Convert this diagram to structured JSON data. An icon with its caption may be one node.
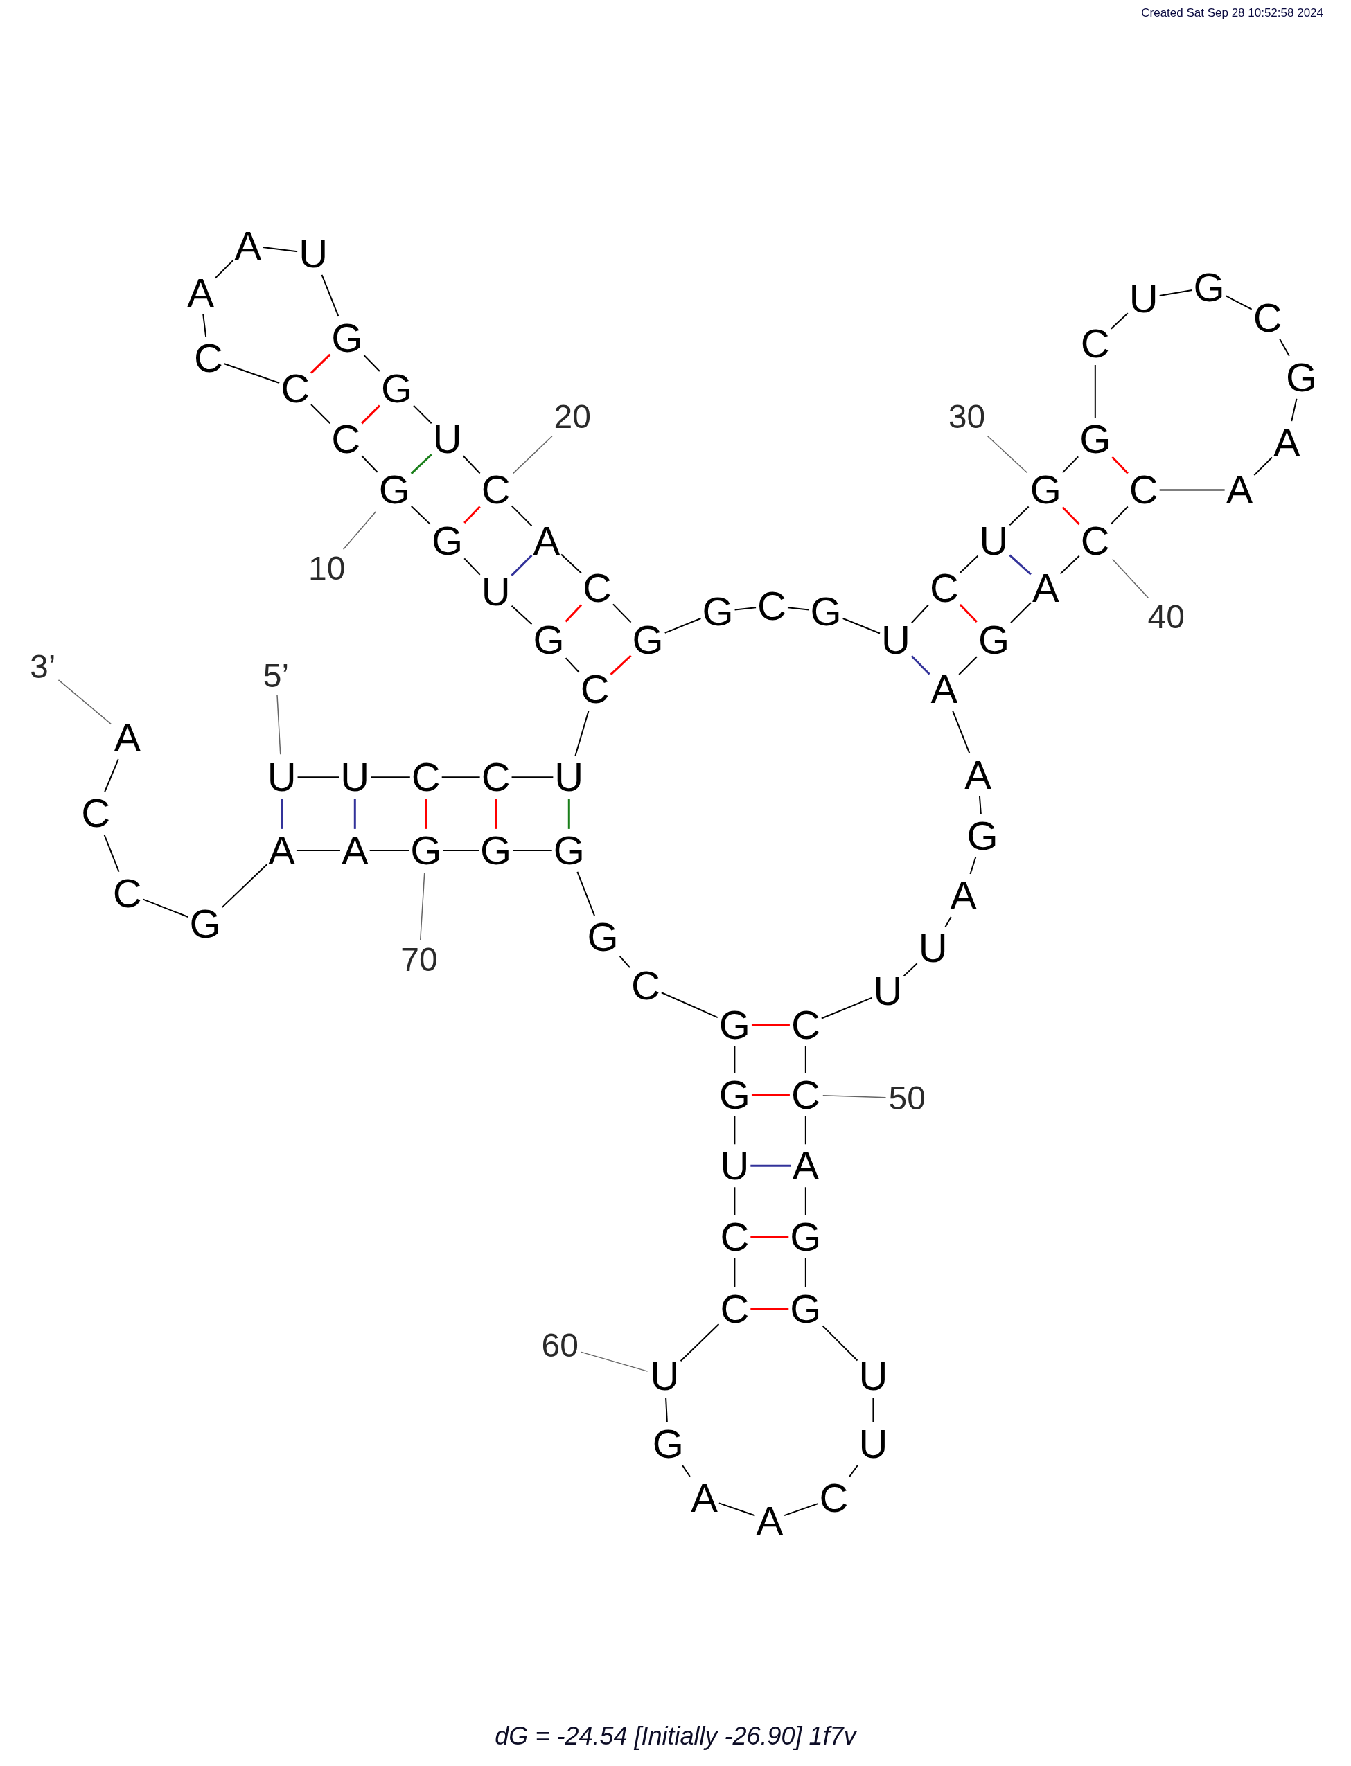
{
  "diagram": {
    "caption": "dG = -24.54 [Initially -26.90] 1f7v",
    "labels": [
      "Created Sat Sep 28 10:52:58 2024"
    ],
    "nodes": [
      {
        "text": [
          "U"
        ]
      },
      {
        "text": [
          "U"
        ]
      },
      {
        "text": [
          "C"
        ]
      },
      {
        "text": [
          "C"
        ]
      },
      {
        "text": [
          "U"
        ]
      },
      {
        "text": [
          "C"
        ]
      },
      {
        "text": [
          "G"
        ]
      },
      {
        "text": [
          "U"
        ]
      },
      {
        "text": [
          "G"
        ]
      },
      {
        "text": [
          "G"
        ]
      },
      {
        "text": [
          "C"
        ]
      },
      {
        "text": [
          "C"
        ]
      },
      {
        "text": [
          "C"
        ]
      },
      {
        "text": [
          "A"
        ]
      },
      {
        "text": [
          "A"
        ]
      },
      {
        "text": [
          "U"
        ]
      },
      {
        "text": [
          "G"
        ]
      },
      {
        "text": [
          "G"
        ]
      },
      {
        "text": [
          "U"
        ]
      },
      {
        "text": [
          "C"
        ]
      },
      {
        "text": [
          "A"
        ]
      },
      {
        "text": [
          "C"
        ]
      },
      {
        "text": [
          "G"
        ]
      },
      {
        "text": [
          "G"
        ]
      },
      {
        "text": [
          "C"
        ]
      },
      {
        "text": [
          "G"
        ]
      },
      {
        "text": [
          "U"
        ]
      },
      {
        "text": [
          "C"
        ]
      },
      {
        "text": [
          "U"
        ]
      },
      {
        "text": [
          "G"
        ]
      },
      {
        "text": [
          "G"
        ]
      },
      {
        "text": [
          "C"
        ]
      },
      {
        "text": [
          "U"
        ]
      },
      {
        "text": [
          "G"
        ]
      },
      {
        "text": [
          "C"
        ]
      },
      {
        "text": [
          "G"
        ]
      },
      {
        "text": [
          "A"
        ]
      },
      {
        "text": [
          "A"
        ]
      },
      {
        "text": [
          "C"
        ]
      },
      {
        "text": [
          "C"
        ]
      },
      {
        "text": [
          "A"
        ]
      },
      {
        "text": [
          "G"
        ]
      },
      {
        "text": [
          "A"
        ]
      },
      {
        "text": [
          "A"
        ]
      },
      {
        "text": [
          "G"
        ]
      },
      {
        "text": [
          "A"
        ]
      },
      {
        "text": [
          "U"
        ]
      },
      {
        "text": [
          "U"
        ]
      },
      {
        "text": [
          "C"
        ]
      },
      {
        "text": [
          "C"
        ]
      },
      {
        "text": [
          "A"
        ]
      },
      {
        "text": [
          "G"
        ]
      },
      {
        "text": [
          "G"
        ]
      },
      {
        "text": [
          "U"
        ]
      },
      {
        "text": [
          "U"
        ]
      },
      {
        "text": [
          "C"
        ]
      },
      {
        "text": [
          "A"
        ]
      },
      {
        "text": [
          "A"
        ]
      },
      {
        "text": [
          "G"
        ]
      },
      {
        "text": [
          "U"
        ]
      },
      {
        "text": [
          "C"
        ]
      },
      {
        "text": [
          "C"
        ]
      },
      {
        "text": [
          "U"
        ]
      },
      {
        "text": [
          "G"
        ]
      },
      {
        "text": [
          "G"
        ]
      },
      {
        "text": [
          "C"
        ]
      },
      {
        "text": [
          "G"
        ]
      },
      {
        "text": [
          "G"
        ]
      },
      {
        "text": [
          "G"
        ]
      },
      {
        "text": [
          "G"
        ]
      },
      {
        "text": [
          "A"
        ]
      },
      {
        "text": [
          "A"
        ]
      },
      {
        "text": [
          "G"
        ]
      },
      {
        "text": [
          "C"
        ]
      },
      {
        "text": [
          "C"
        ]
      },
      {
        "text": [
          "A"
        ]
      },
      {
        "text": [
          "5’"
        ]
      },
      {
        "text": [
          "10"
        ]
      },
      {
        "text": [
          "20"
        ]
      },
      {
        "text": [
          "30"
        ]
      },
      {
        "text": [
          "40"
        ]
      },
      {
        "text": [
          "50"
        ]
      },
      {
        "text": [
          "60"
        ]
      },
      {
        "text": [
          "70"
        ]
      },
      {
        "text": [
          "3’"
        ]
      }
    ],
    "edges": [
      {
        "from": 0,
        "to": 1,
        "arrow": "none"
      },
      {
        "from": 1,
        "to": 2,
        "arrow": "none"
      },
      {
        "from": 2,
        "to": 3,
        "arrow": "none"
      },
      {
        "from": 3,
        "to": 4,
        "arrow": "none"
      },
      {
        "from": 4,
        "to": 5,
        "arrow": "none"
      },
      {
        "from": 5,
        "to": 6,
        "arrow": "none"
      },
      {
        "from": 6,
        "to": 7,
        "arrow": "none"
      },
      {
        "from": 7,
        "to": 8,
        "arrow": "none"
      },
      {
        "from": 8,
        "to": 9,
        "arrow": "none"
      },
      {
        "from": 9,
        "to": 10,
        "arrow": "none"
      },
      {
        "from": 10,
        "to": 11,
        "arrow": "none"
      },
      {
        "from": 11,
        "to": 12,
        "arrow": "none"
      },
      {
        "from": 12,
        "to": 13,
        "arrow": "none"
      },
      {
        "from": 13,
        "to": 14,
        "arrow": "none"
      },
      {
        "from": 14,
        "to": 15,
        "arrow": "none"
      },
      {
        "from": 15,
        "to": 16,
        "arrow": "none"
      },
      {
        "from": 16,
        "to": 17,
        "arrow": "none"
      },
      {
        "from": 17,
        "to": 18,
        "arrow": "none"
      },
      {
        "from": 18,
        "to": 19,
        "arrow": "none"
      },
      {
        "from": 19,
        "to": 20,
        "arrow": "none"
      },
      {
        "from": 20,
        "to": 21,
        "arrow": "none"
      },
      {
        "from": 21,
        "to": 22,
        "arrow": "none"
      },
      {
        "from": 22,
        "to": 23,
        "arrow": "none"
      },
      {
        "from": 23,
        "to": 24,
        "arrow": "none"
      },
      {
        "from": 24,
        "to": 25,
        "arrow": "none"
      },
      {
        "from": 25,
        "to": 26,
        "arrow": "none"
      },
      {
        "from": 26,
        "to": 27,
        "arrow": "none"
      },
      {
        "from": 27,
        "to": 28,
        "arrow": "none"
      },
      {
        "from": 28,
        "to": 29,
        "arrow": "none"
      },
      {
        "from": 29,
        "to": 30,
        "arrow": "none"
      },
      {
        "from": 30,
        "to": 31,
        "arrow": "none"
      },
      {
        "from": 31,
        "to": 32,
        "arrow": "none"
      },
      {
        "from": 32,
        "to": 33,
        "arrow": "none"
      },
      {
        "from": 33,
        "to": 34,
        "arrow": "none"
      },
      {
        "from": 34,
        "to": 35,
        "arrow": "none"
      },
      {
        "from": 35,
        "to": 36,
        "arrow": "none"
      },
      {
        "from": 36,
        "to": 37,
        "arrow": "none"
      },
      {
        "from": 37,
        "to": 38,
        "arrow": "none"
      },
      {
        "from": 38,
        "to": 39,
        "arrow": "none"
      },
      {
        "from": 39,
        "to": 40,
        "arrow": "none"
      },
      {
        "from": 40,
        "to": 41,
        "arrow": "none"
      },
      {
        "from": 41,
        "to": 42,
        "arrow": "none"
      },
      {
        "from": 42,
        "to": 43,
        "arrow": "none"
      },
      {
        "from": 43,
        "to": 44,
        "arrow": "none"
      },
      {
        "from": 44,
        "to": 45,
        "arrow": "none"
      },
      {
        "from": 45,
        "to": 46,
        "arrow": "none"
      },
      {
        "from": 46,
        "to": 47,
        "arrow": "none"
      },
      {
        "from": 47,
        "to": 48,
        "arrow": "none"
      },
      {
        "from": 48,
        "to": 49,
        "arrow": "none"
      },
      {
        "from": 49,
        "to": 50,
        "arrow": "none"
      },
      {
        "from": 50,
        "to": 51,
        "arrow": "none"
      },
      {
        "from": 51,
        "to": 52,
        "arrow": "none"
      },
      {
        "from": 52,
        "to": 53,
        "arrow": "none"
      },
      {
        "from": 53,
        "to": 54,
        "arrow": "none"
      },
      {
        "from": 54,
        "to": 55,
        "arrow": "none"
      },
      {
        "from": 55,
        "to": 56,
        "arrow": "none"
      },
      {
        "from": 56,
        "to": 57,
        "arrow": "none"
      },
      {
        "from": 57,
        "to": 58,
        "arrow": "none"
      },
      {
        "from": 58,
        "to": 59,
        "arrow": "none"
      },
      {
        "from": 59,
        "to": 60,
        "arrow": "none"
      },
      {
        "from": 60,
        "to": 61,
        "arrow": "none"
      },
      {
        "from": 61,
        "to": 62,
        "arrow": "none"
      },
      {
        "from": 62,
        "to": 63,
        "arrow": "none"
      },
      {
        "from": 63,
        "to": 64,
        "arrow": "none"
      },
      {
        "from": 64,
        "to": 65,
        "arrow": "none"
      },
      {
        "from": 65,
        "to": 66,
        "arrow": "none"
      },
      {
        "from": 66,
        "to": 67,
        "arrow": "none"
      },
      {
        "from": 67,
        "to": 68,
        "arrow": "none"
      },
      {
        "from": 68,
        "to": 69,
        "arrow": "none"
      },
      {
        "from": 69,
        "to": 70,
        "arrow": "none"
      },
      {
        "from": 70,
        "to": 71,
        "arrow": "none"
      },
      {
        "from": 71,
        "to": 72,
        "arrow": "none"
      },
      {
        "from": 72,
        "to": 73,
        "arrow": "none"
      },
      {
        "from": 73,
        "to": 74,
        "arrow": "none"
      },
      {
        "from": 74,
        "to": 75,
        "arrow": "none"
      },
      {
        "from": 0,
        "to": 71,
        "arrow": "none",
        "color": "#33339a"
      },
      {
        "from": 1,
        "to": 70,
        "arrow": "none",
        "color": "#33339a"
      },
      {
        "from": 2,
        "to": 69,
        "arrow": "none",
        "color": "#ff0000"
      },
      {
        "from": 3,
        "to": 68,
        "arrow": "none",
        "color": "#ff0000"
      },
      {
        "from": 4,
        "to": 67,
        "arrow": "none",
        "color": "#1a7f1a"
      },
      {
        "from": 5,
        "to": 22,
        "arrow": "none",
        "color": "#ff0000"
      },
      {
        "from": 6,
        "to": 21,
        "arrow": "none",
        "color": "#ff0000"
      },
      {
        "from": 7,
        "to": 20,
        "arrow": "none",
        "color": "#33339a"
      },
      {
        "from": 8,
        "to": 19,
        "arrow": "none",
        "color": "#ff0000"
      },
      {
        "from": 9,
        "to": 18,
        "arrow": "none",
        "color": "#1a7f1a"
      },
      {
        "from": 10,
        "to": 17,
        "arrow": "none",
        "color": "#ff0000"
      },
      {
        "from": 11,
        "to": 16,
        "arrow": "none",
        "color": "#ff0000"
      },
      {
        "from": 26,
        "to": 42,
        "arrow": "none",
        "color": "#33339a"
      },
      {
        "from": 27,
        "to": 41,
        "arrow": "none",
        "color": "#ff0000"
      },
      {
        "from": 28,
        "to": 40,
        "arrow": "none",
        "color": "#33339a"
      },
      {
        "from": 29,
        "to": 39,
        "arrow": "none",
        "color": "#ff0000"
      },
      {
        "from": 30,
        "to": 38,
        "arrow": "none",
        "color": "#ff0000"
      },
      {
        "from": 48,
        "to": 64,
        "arrow": "none",
        "color": "#ff0000"
      },
      {
        "from": 49,
        "to": 63,
        "arrow": "none",
        "color": "#ff0000"
      },
      {
        "from": 50,
        "to": 62,
        "arrow": "none",
        "color": "#33339a"
      },
      {
        "from": 51,
        "to": 61,
        "arrow": "none",
        "color": "#ff0000"
      },
      {
        "from": 52,
        "to": 60,
        "arrow": "none",
        "color": "#ff0000"
      },
      {
        "from": 76,
        "to": 0,
        "arrow": "none",
        "color": "#666666"
      },
      {
        "from": 77,
        "to": 9,
        "arrow": "none",
        "color": "#666666"
      },
      {
        "from": 78,
        "to": 19,
        "arrow": "none",
        "color": "#666666"
      },
      {
        "from": 79,
        "to": 29,
        "arrow": "none",
        "color": "#666666"
      },
      {
        "from": 80,
        "to": 39,
        "arrow": "none",
        "color": "#666666"
      },
      {
        "from": 81,
        "to": 49,
        "arrow": "none",
        "color": "#666666"
      },
      {
        "from": 82,
        "to": 59,
        "arrow": "none",
        "color": "#666666"
      },
      {
        "from": 83,
        "to": 69,
        "arrow": "none",
        "color": "#666666"
      },
      {
        "from": 84,
        "to": 75,
        "arrow": "none",
        "color": "#666666"
      }
    ]
  }
}
